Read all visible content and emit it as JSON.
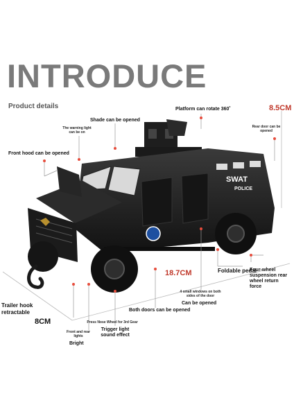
{
  "title": "INTRODUCE",
  "subtitle": "Product details",
  "vehicle": {
    "swat": "SWAT",
    "police": "POLICE"
  },
  "labels": {
    "shade": "Shade can be opened",
    "platform": "Platform can rotate 360˚",
    "warning_light": "The warning light can be on",
    "rear_door": "Rear door can be opened",
    "front_hood": "Front hood can be opened",
    "trailer_hook": "Trailer hook retractable",
    "press_wheel": "Press Nose Wheel for 3rd Gear",
    "front_rear_lights": "Front and rear lights",
    "bright": "Bright",
    "trigger_light": "Trigger light sound effect",
    "both_doors": "Both doors can be opened",
    "small_windows": "4 small windows on both sides of the door",
    "can_be_opened": "Can be opened",
    "foldable_pedal": "Foldable pedal",
    "suspension": "Four-wheel suspension rear wheel return force"
  },
  "dimensions": {
    "height": "8.5CM",
    "length": "18.7CM",
    "width": "8CM"
  },
  "colors": {
    "accent": "#c0392b",
    "title": "#7a7a7a",
    "vehicle": "#1a1a1a"
  }
}
